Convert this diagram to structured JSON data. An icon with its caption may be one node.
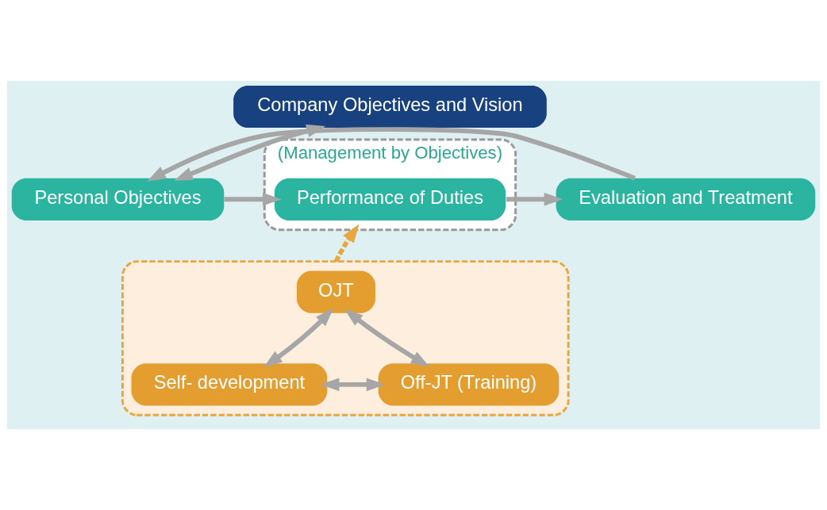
{
  "diagram": {
    "nodes": [
      {
        "text": [
          "Company Objectives and Vision"
        ]
      },
      {
        "text": [
          "(Management by Objectives)"
        ]
      },
      {
        "text": [
          "Personal Objectives"
        ]
      },
      {
        "text": [
          "Performance of Duties"
        ],
        "in": 1
      },
      {
        "text": [
          "Evaluation and Treatment"
        ]
      },
      {
        "text": [],
        "shape": "box"
      },
      {
        "text": [
          "OJT"
        ],
        "in": 5
      },
      {
        "text": [
          "Self- development"
        ],
        "in": 5
      },
      {
        "text": [
          "Off-JT (Training)"
        ],
        "in": 5
      }
    ],
    "edges": [
      {
        "from": 2,
        "to": 0,
        "arrow": "both"
      },
      {
        "from": 2,
        "to": 3,
        "arrow": "to"
      },
      {
        "from": 3,
        "to": 4,
        "arrow": "to"
      },
      {
        "from": 4,
        "to": 2,
        "arrow": "to"
      },
      {
        "from": 5,
        "to": 1,
        "arrow": "to",
        "style": "dashed",
        "color": "#e8a640"
      },
      {
        "from": 7,
        "to": 6,
        "arrow": "both"
      },
      {
        "from": 6,
        "to": 8,
        "arrow": "both"
      },
      {
        "from": 7,
        "to": 8,
        "arrow": "both"
      }
    ]
  }
}
